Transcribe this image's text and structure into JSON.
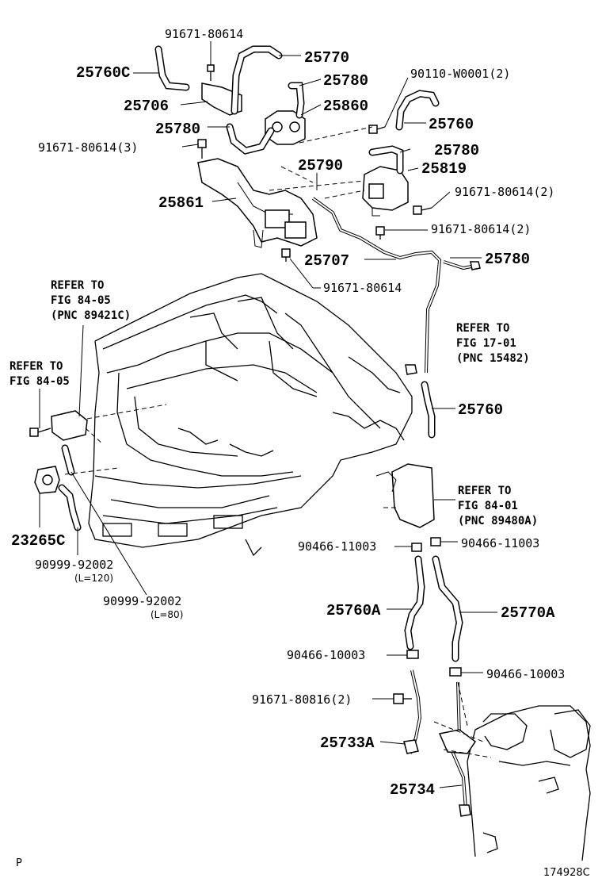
{
  "labels": {
    "p91671_80614_top": "91671-80614",
    "p25770": "25770",
    "p25760C": "25760C",
    "p90110": "90110-W0001(2)",
    "p25780_a": "25780",
    "p25706": "25706",
    "p25860": "25860",
    "p25760_top": "25760",
    "p25780_b": "25780",
    "p91671_80614_3": "91671-80614(3)",
    "p25780_c": "25780",
    "p25790": "25790",
    "p25819": "25819",
    "p25861": "25861",
    "p91671_80614_2a": "91671-80614(2)",
    "p91671_80614_2b": "91671-80614(2)",
    "p25707": "25707",
    "p25780_d": "25780",
    "p91671_80614_mid": "91671-80614",
    "p25760_mid": "25760",
    "p23265C": "23265C",
    "p90999_92002_a": "90999-92002",
    "p90999_92002_a_len": "(L=120)",
    "p90999_92002_b": "90999-92002",
    "p90999_92002_b_len": "(L=80)",
    "p90466_11003_a": "90466-11003",
    "p90466_11003_b": "90466-11003",
    "p25760A": "25760A",
    "p25770A": "25770A",
    "p90466_10003_a": "90466-10003",
    "p90466_10003_b": "90466-10003",
    "p91671_80816": "91671-80816(2)",
    "p25733A": "25733A",
    "p25734": "25734"
  },
  "refs": {
    "r1_l1": "REFER TO",
    "r1_l2": "FIG 84-05",
    "r1_l3": "(PNC 89421C)",
    "r2_l1": "REFER TO",
    "r2_l2": "FIG 84-05",
    "r3_l1": "REFER TO",
    "r3_l2": "FIG 17-01",
    "r3_l3": "(PNC 15482)",
    "r4_l1": "REFER TO",
    "r4_l2": "FIG 84-01",
    "r4_l3": "(PNC 89480A)"
  },
  "footer": {
    "corner_mark": "P",
    "drawing_number": "174928C"
  }
}
